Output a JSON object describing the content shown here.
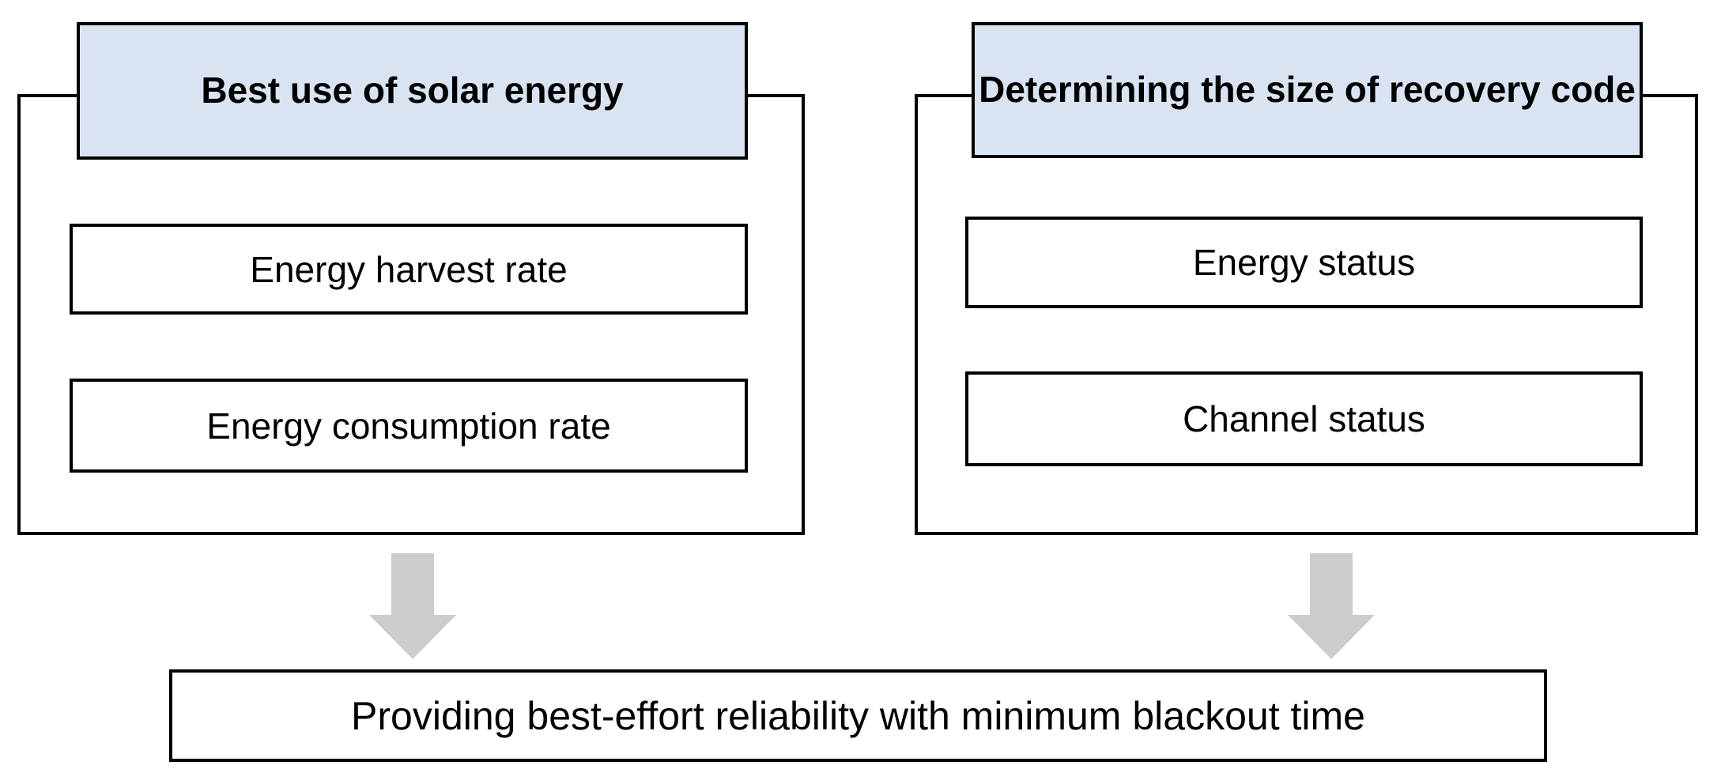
{
  "diagram": {
    "title": "Goal and criteria flow diagram",
    "colors": {
      "header_fill": "#DAE3F2",
      "border": "#000000",
      "arrow_fill": "#CCCCCC",
      "background": "#FFFFFF"
    },
    "groups": [
      {
        "id": "solar-energy",
        "header": "Best use of solar energy",
        "items": [
          "Energy harvest rate",
          "Energy consumption rate"
        ],
        "arrow": "down-arrow"
      },
      {
        "id": "recovery-code",
        "header": "Determining the size of recovery code",
        "header_lines": [
          "Determining the size of",
          "recovery code"
        ],
        "items": [
          "Energy status",
          "Channel status"
        ],
        "arrow": "down-arrow"
      }
    ],
    "outcome": "Providing best-effort reliability with minimum blackout time"
  }
}
